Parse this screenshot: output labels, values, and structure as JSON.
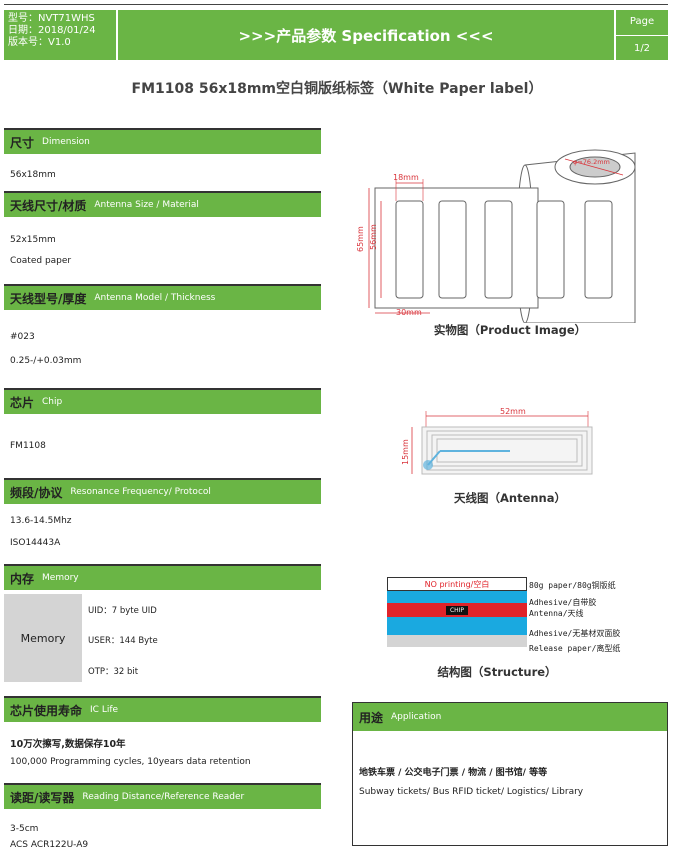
{
  "header": {
    "model": "型号：NVT71WHS",
    "date": "日期：2018/01/24",
    "version": "版本号：V1.0",
    "title": ">>>产品参数 Specification <<<",
    "page_label": "Page",
    "page_number": "1/2"
  },
  "product_title": "FM1108 56x18mm空白铜版纸标签（White Paper label）",
  "sections": {
    "dimension": {
      "zh": "尺寸",
      "en": "Dimension",
      "values": [
        "56x18mm"
      ]
    },
    "antenna_size": {
      "zh": "天线尺寸/材质",
      "en": "Antenna Size / Material",
      "values": [
        "52x15mm",
        "Coated paper"
      ]
    },
    "antenna_model": {
      "zh": "天线型号/厚度",
      "en": "Antenna Model / Thickness",
      "values": [
        "#023",
        "0.25-/+0.03mm"
      ]
    },
    "chip": {
      "zh": "芯片",
      "en": "Chip",
      "values": [
        "FM1108"
      ]
    },
    "frequency": {
      "zh": "频段/协议",
      "en": "Resonance Frequency/ Protocol",
      "values": [
        "13.6-14.5Mhz",
        "ISO14443A"
      ]
    },
    "memory": {
      "zh": "内存",
      "en": "Memory",
      "label": "Memory",
      "rows": [
        "UID：7 byte UID",
        "USER：144 Byte",
        "OTP：32 bit"
      ]
    },
    "ic_life": {
      "zh": "芯片使用寿命",
      "en": "IC Life",
      "values": [
        "10万次擦写,数据保存10年",
        "100,000 Programming cycles, 10years data retention"
      ]
    },
    "reading": {
      "zh": "读距/读写器",
      "en": "Reading Distance/Reference Reader",
      "values": [
        "3-5cm",
        "ACS ACR122U-A9"
      ]
    }
  },
  "figures": {
    "product_image": {
      "caption": "实物图（Product Image）",
      "roll_dim": "φ=76.2mm",
      "width_label": "18mm",
      "height_outer": "65mm",
      "height_inner": "56mm",
      "gap_label": "30mm"
    },
    "antenna": {
      "caption": "天线图（Antenna）",
      "width_label": "52mm",
      "height_label": "15mm"
    },
    "structure": {
      "caption": "结构图（Structure）",
      "top_layer": "NO printing/空白",
      "chip_label": "CHIP",
      "labels": [
        "80g paper/80g铜版纸",
        "Adhesive/自带胶",
        "Antenna/天线",
        "Adhesive/无基材双面胶",
        "Release paper/离型纸"
      ]
    }
  },
  "application": {
    "zh": "用途",
    "en": "Application",
    "line_zh": "地铁车票 / 公交电子门票 / 物流 / 图书馆/ 等等",
    "line_en": "Subway tickets/ Bus RFID ticket/  Logistics/ Library"
  },
  "colors": {
    "green": "#6ab545",
    "blue": "#1aa9e0",
    "red": "#e0232a",
    "gray": "#d4d4d4",
    "dim_red": "#d9343b"
  }
}
